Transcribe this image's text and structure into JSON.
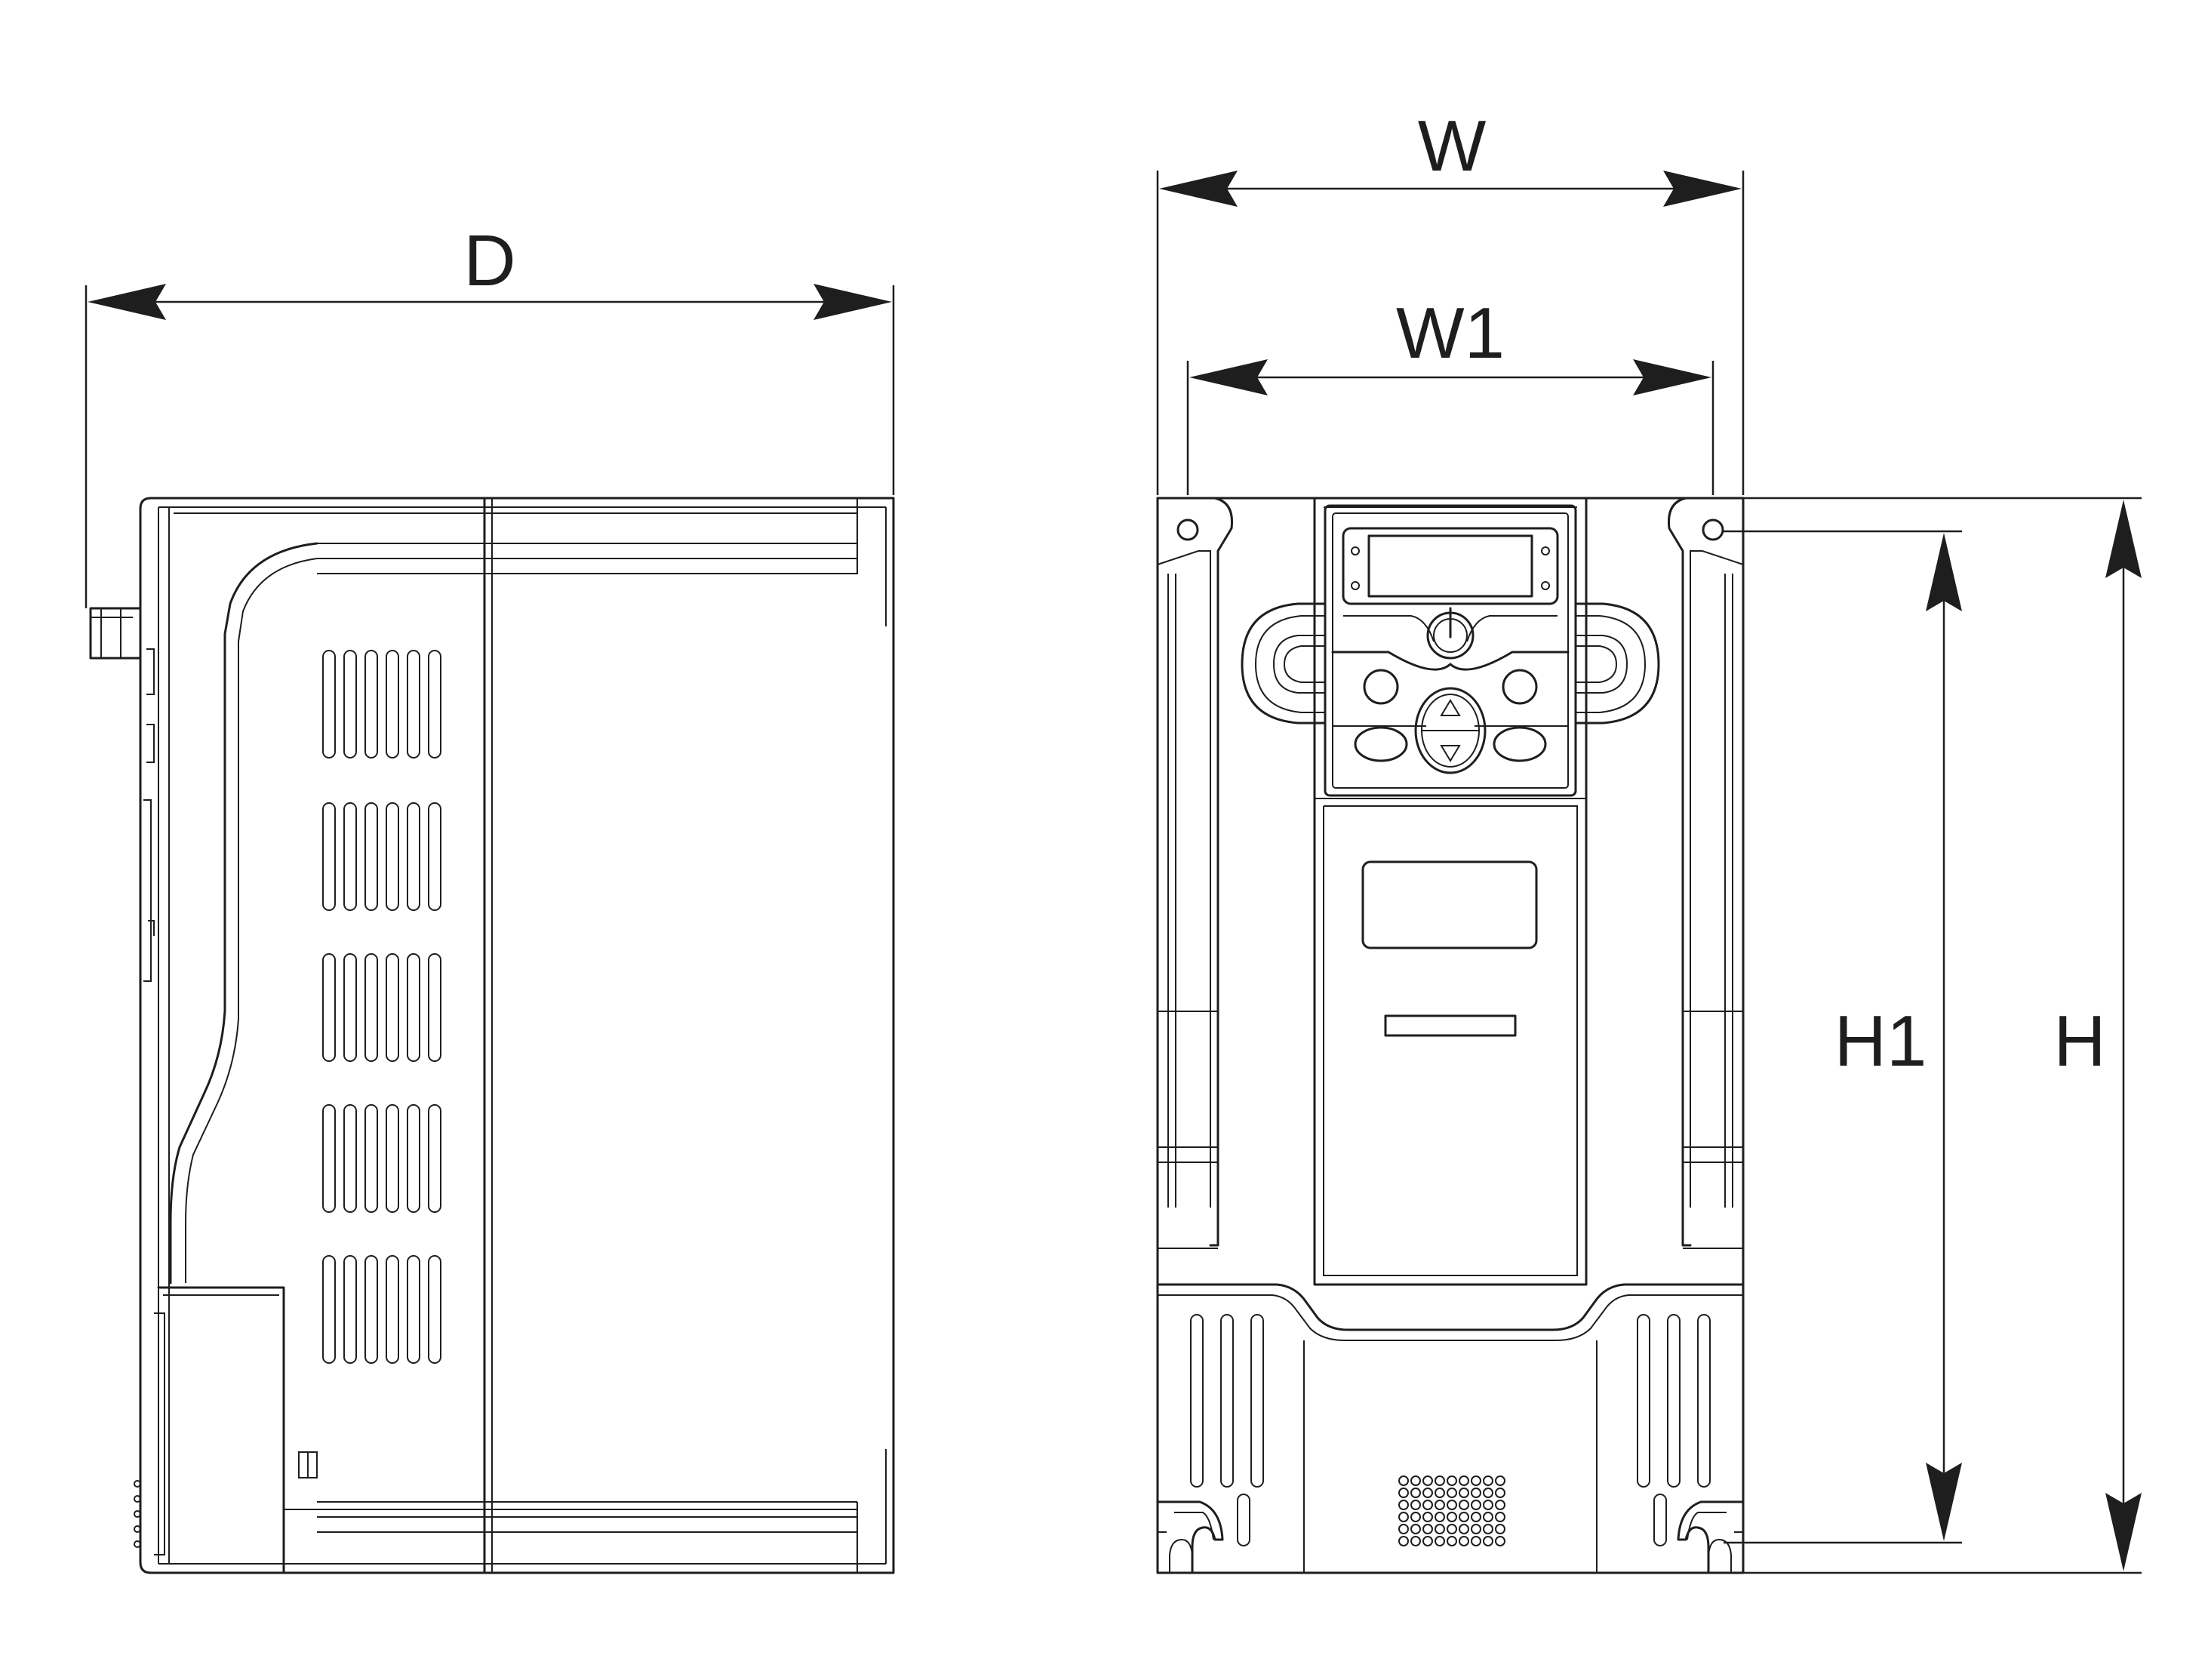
{
  "dimensions": {
    "depth_label": "D",
    "width_label": "W",
    "mounting_width_label": "W1",
    "mounting_height_label": "H1",
    "height_label": "H"
  },
  "keypad": {
    "up_key_symbol": "▲",
    "down_key_symbol": "▼",
    "power_symbol": "⏻"
  }
}
